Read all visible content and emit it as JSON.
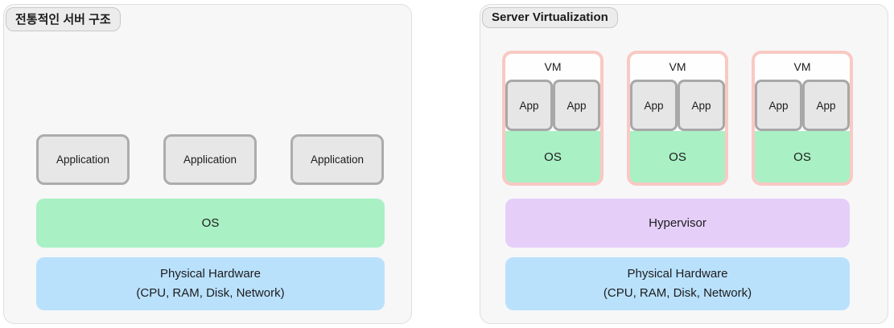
{
  "diagram": {
    "left": {
      "title": "전통적인 서버 구조",
      "app_labels": [
        "Application",
        "Application",
        "Application"
      ],
      "os_label": "OS",
      "hw_line1": "Physical Hardware",
      "hw_line2": "(CPU, RAM, Disk, Network)"
    },
    "right": {
      "title": "Server Virtualization",
      "vms": [
        {
          "label": "VM",
          "app1": "App",
          "app2": "App",
          "os": "OS"
        },
        {
          "label": "VM",
          "app1": "App",
          "app2": "App",
          "os": "OS"
        },
        {
          "label": "VM",
          "app1": "App",
          "app2": "App",
          "os": "OS"
        }
      ],
      "hypervisor_label": "Hypervisor",
      "hw_line1": "Physical Hardware",
      "hw_line2": "(CPU, RAM, Disk, Network)"
    },
    "colors": {
      "os_green": "#a9f0c4",
      "hardware_blue": "#bae1fc",
      "hypervisor_purple": "#e5cff9",
      "vm_border_pink": "#f9c9c3",
      "app_fill_gray": "#e7e7e7",
      "app_border_gray": "#acacac",
      "panel_bg": "#f7f7f8",
      "badge_bg": "#ececec",
      "text": "#1c1c1e"
    }
  }
}
